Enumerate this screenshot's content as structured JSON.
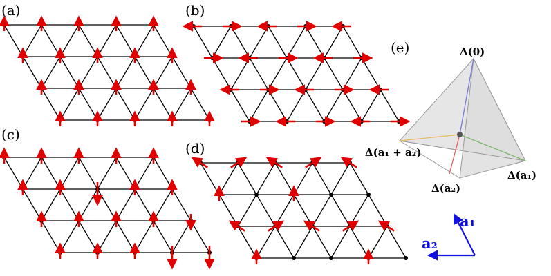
{
  "panels": {
    "a": {
      "label": "(a)"
    },
    "b": {
      "label": "(b)"
    },
    "c": {
      "label": "(c)"
    },
    "d": {
      "label": "(d)"
    },
    "e": {
      "label": "(e)"
    }
  },
  "tetrahedron": {
    "top": "Δ(0)",
    "left": "Δ(a₁ + a₂)",
    "bottom": "Δ(a₂)",
    "right": "Δ(a₁)"
  },
  "vectors": {
    "a1": "a₁",
    "a2": "a₂"
  },
  "colors": {
    "lattice": "#000000",
    "arrow": "#e00000",
    "vector": "#1010e0",
    "edge_top": "#7878d8",
    "edge_left": "#e8b860",
    "edge_bottom": "#e06060",
    "edge_right": "#80b870"
  }
}
